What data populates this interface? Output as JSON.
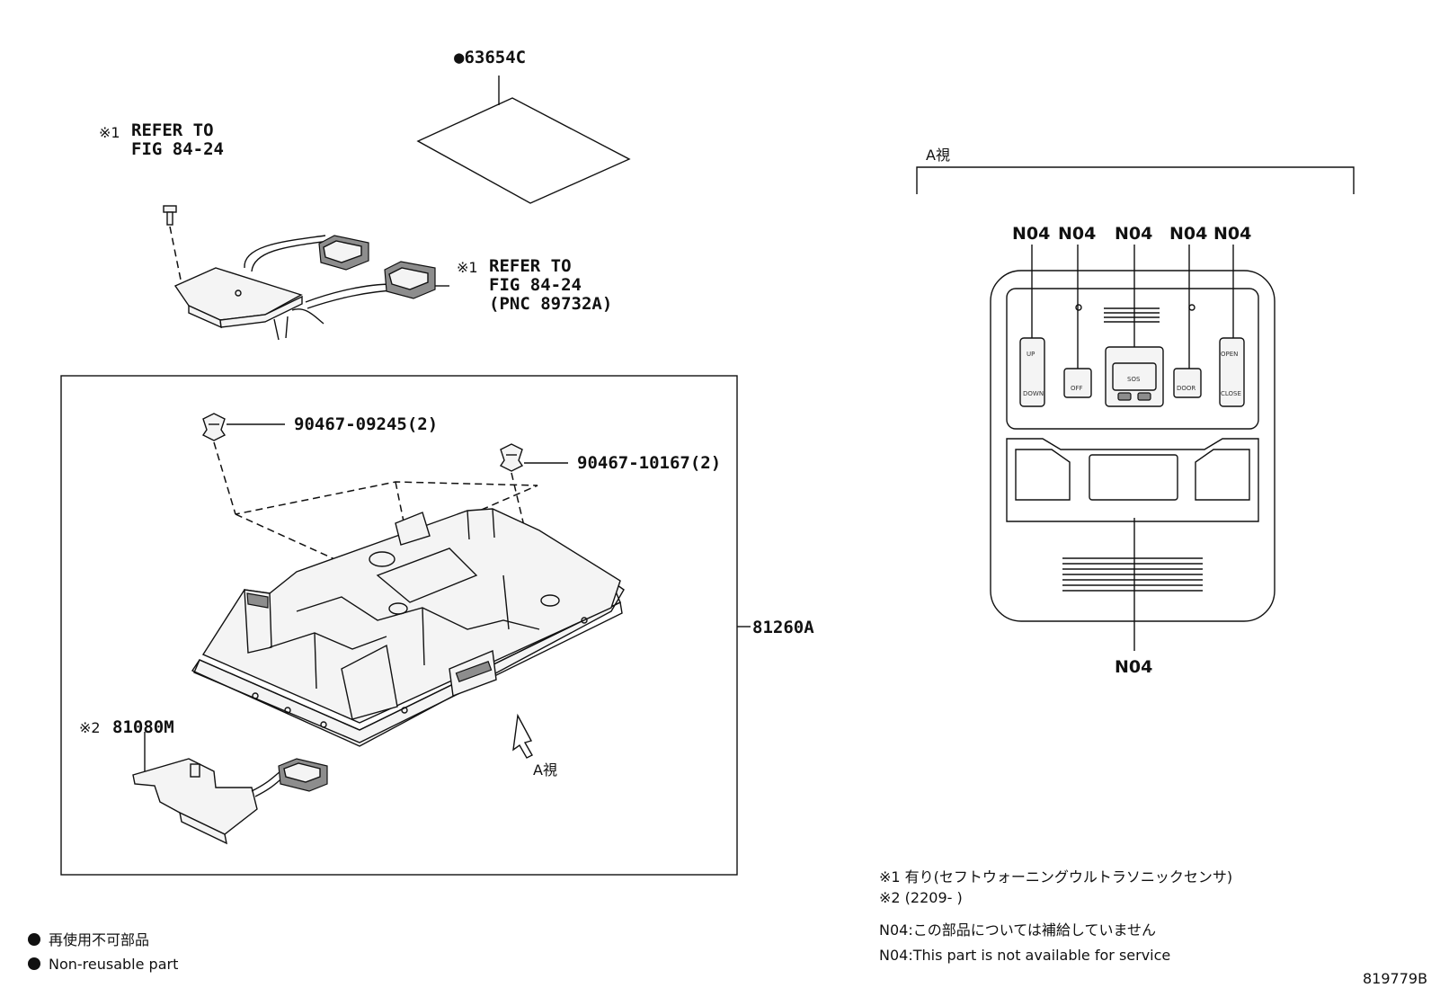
{
  "labels": {
    "gasket": "●63654C",
    "ref1_mark": "※1",
    "ref1_line1": "REFER TO",
    "ref1_line2": "FIG 84-24",
    "ref2_mark": "※1",
    "ref2_line1": "REFER TO",
    "ref2_line2": "FIG 84-24",
    "ref2_line3": "(PNC 89732A)",
    "clip1": "90467-09245(2)",
    "clip2": "90467-10167(2)",
    "console": "81260A",
    "bracket_mark": "※2",
    "bracket": "81080M",
    "view_arrow": "A視",
    "view_title": "A視",
    "n04": "N04"
  },
  "console_buttons": {
    "btn1_top": "UP",
    "btn1_bottom": "DOWN",
    "btn2": "OFF",
    "btn3": "SOS",
    "btn4": "DOOR",
    "btn5_top": "OPEN",
    "btn5_bottom": "CLOSE"
  },
  "notes": {
    "note1": "※1 有り(セフトウォーニングウルトラソニックセンサ)",
    "note2": "※2 (2209-      )",
    "n04_jp": "N04:この部品については補給していません",
    "n04_en": "N04:This part is not available for service"
  },
  "legend": {
    "jp": "再使用不可部品",
    "en": "Non-reusable part"
  },
  "figure_id": "819779B"
}
